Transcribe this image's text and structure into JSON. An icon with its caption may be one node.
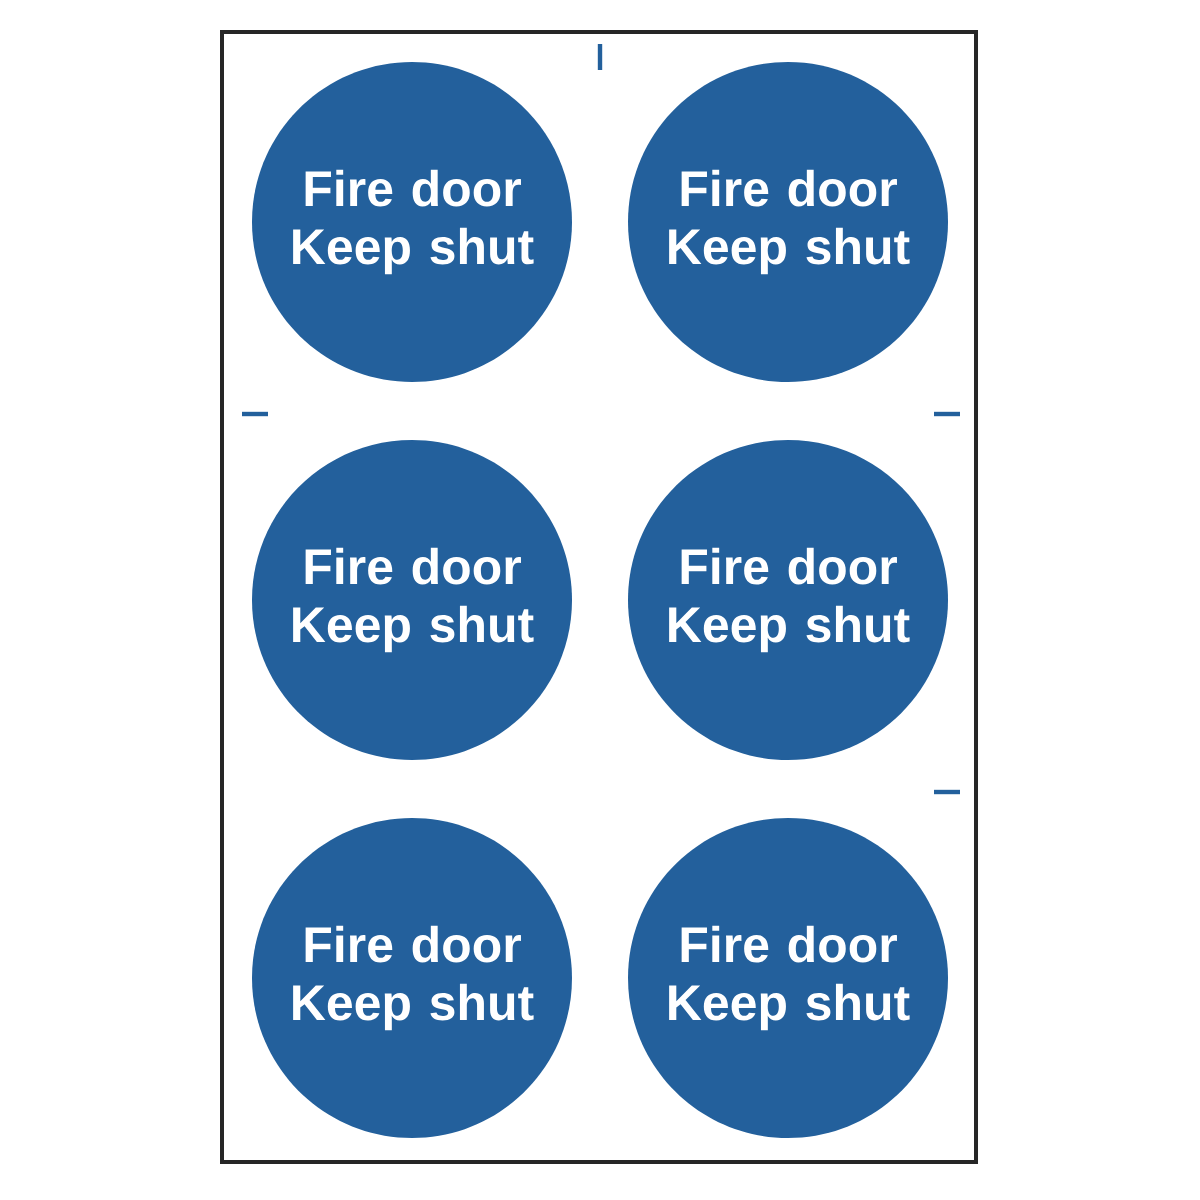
{
  "diagram": {
    "nodes": [
      {
        "text": [
          "Fire door Keep shut"
        ]
      },
      {
        "text": [
          "Fire door Keep shut"
        ]
      },
      {
        "text": [
          "Fire door Keep shut"
        ]
      },
      {
        "text": [
          "Fire door Keep shut"
        ]
      },
      {
        "text": [
          "Fire door Keep shut"
        ]
      },
      {
        "text": [
          "Fire door Keep shut"
        ]
      }
    ]
  }
}
